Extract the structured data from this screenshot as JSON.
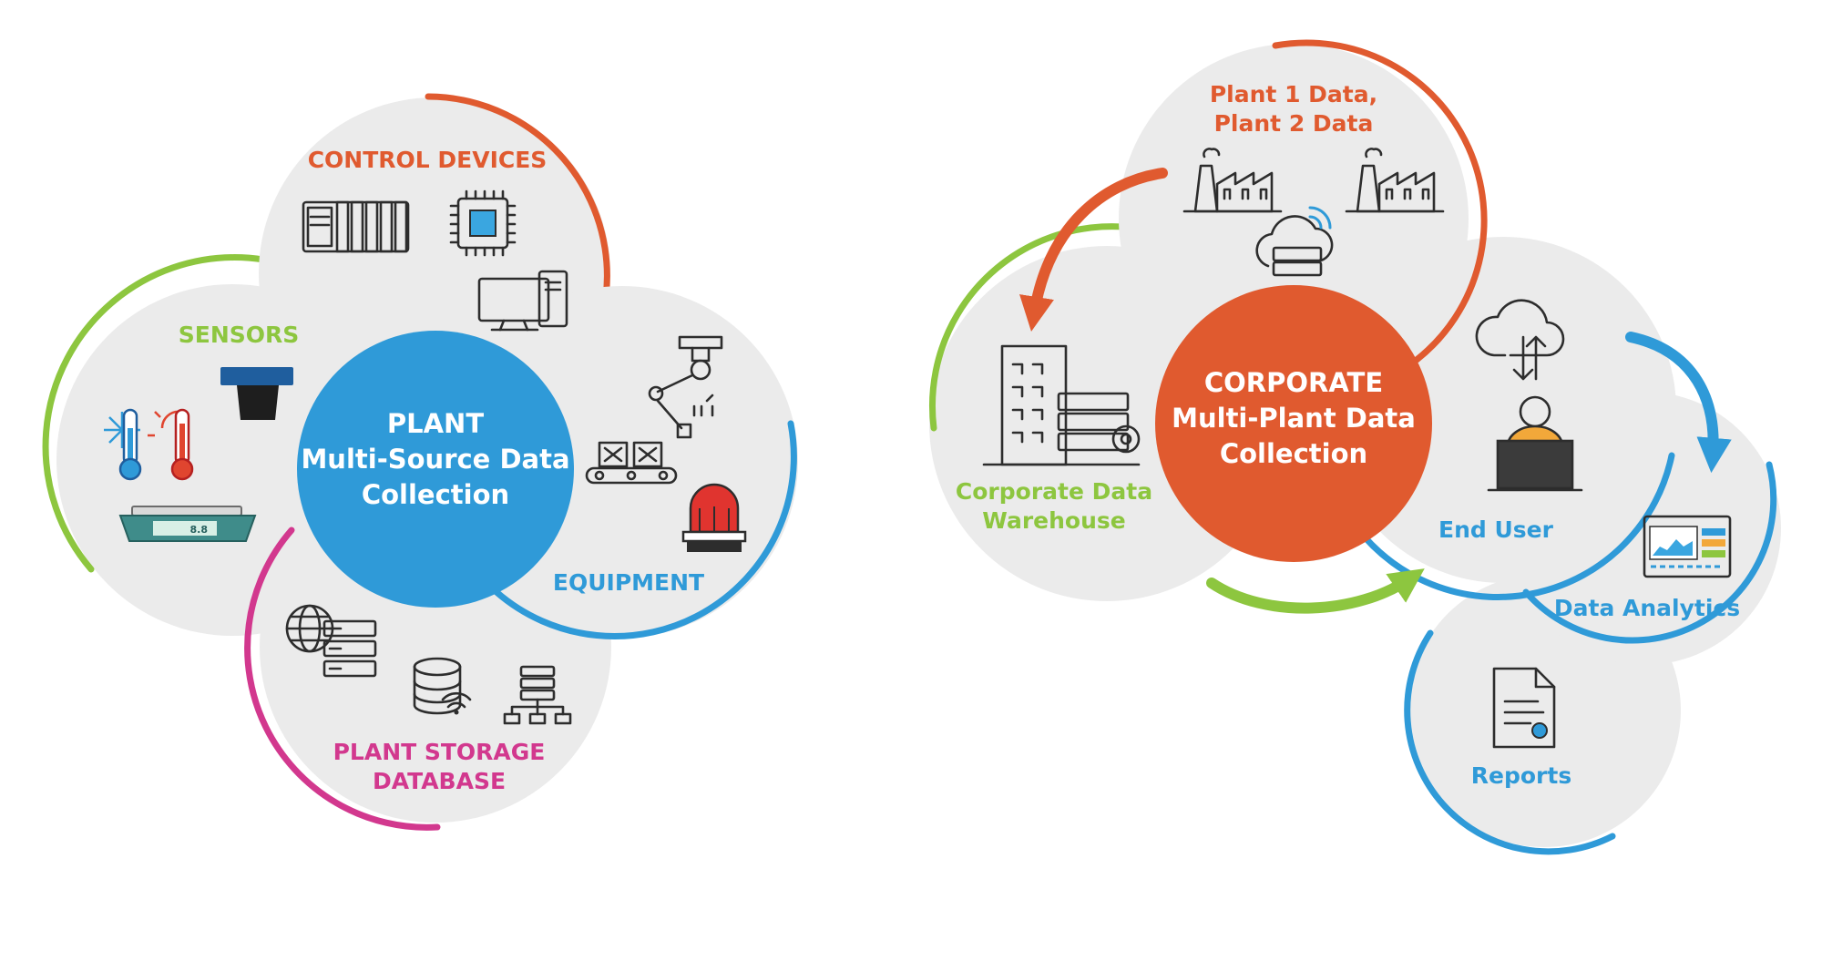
{
  "plant": {
    "hub": {
      "line1": "PLANT",
      "line2": "Multi-Source Data",
      "line3": "Collection"
    },
    "control_devices": "CONTROL DEVICES",
    "sensors": "SENSORS",
    "equipment": "EQUIPMENT",
    "storage_line1": "PLANT STORAGE",
    "storage_line2": "DATABASE"
  },
  "corporate": {
    "hub": {
      "line1": "CORPORATE",
      "line2": "Multi-Plant Data",
      "line3": "Collection"
    },
    "plant_data_line1": "Plant 1 Data,",
    "plant_data_line2": "Plant 2 Data",
    "warehouse_line1": "Corporate Data",
    "warehouse_line2": "Warehouse",
    "end_user": "End User",
    "data_analytics": "Data Analytics",
    "reports": "Reports",
    "scale_readout": "8.8"
  },
  "colors": {
    "orange": "#e05a2f",
    "green": "#8dc63f",
    "blue": "#2f9ad8",
    "magenta": "#d2388e",
    "grey_circle": "#ebebeb"
  }
}
